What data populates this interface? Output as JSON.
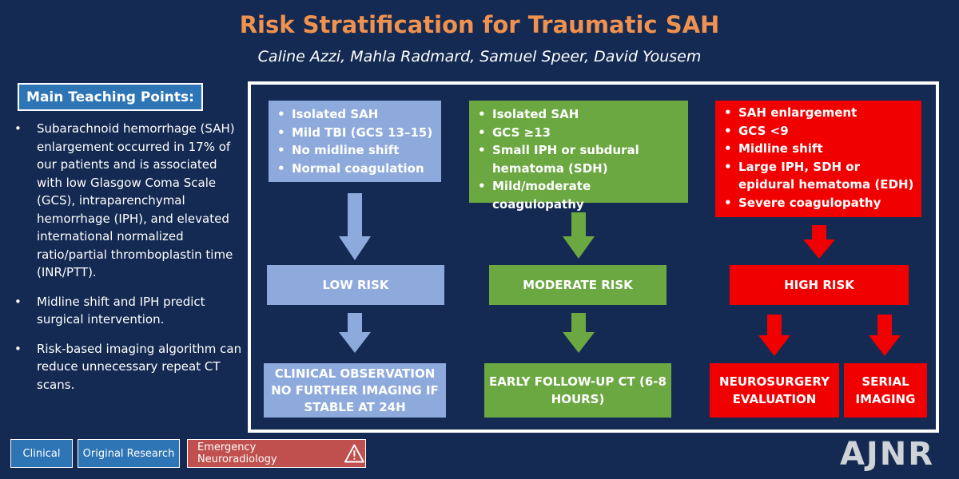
{
  "header": {
    "title": "Risk Stratification for Traumatic SAH",
    "authors": "Caline Azzi, Mahla Radmard, Samuel Speer, David Yousem"
  },
  "teaching": {
    "heading": "Main Teaching Points:",
    "points": [
      "Subarachnoid hemorrhage (SAH) enlargement occurred in 17% of our patients and is associated with low Glasgow Coma Scale (GCS), intraparenchymal hemorrhage (IPH), and elevated international normalized ratio/partial thromboplastin time (INR/PTT).",
      "Midline shift and IPH predict surgical intervention.",
      "Risk-based imaging algorithm can reduce unnecessary repeat CT scans."
    ]
  },
  "flow": {
    "low": {
      "criteria": [
        "Isolated SAH",
        "Mild TBI (GCS 13–15)",
        "No midline shift",
        "Normal coagulation"
      ],
      "risk": "LOW RISK",
      "action": "CLINICAL OBSERVATION NO FURTHER IMAGING IF STABLE AT 24H"
    },
    "moderate": {
      "criteria": [
        "Isolated SAH",
        "GCS ≥13",
        "Small IPH or subdural hematoma (SDH)",
        "Mild/moderate coagulopathy"
      ],
      "risk": "MODERATE RISK",
      "action": "EARLY FOLLOW-UP CT (6-8 HOURS)"
    },
    "high": {
      "criteria": [
        "SAH enlargement",
        "GCS <9",
        "Midline shift",
        "Large IPH, SDH or epidural hematoma (EDH)",
        "Severe coagulopathy"
      ],
      "risk": "HIGH RISK",
      "action_1": "NEUROSURGERY EVALUATION",
      "action_2": "SERIAL IMAGING"
    }
  },
  "tags": {
    "clinical": "Clinical",
    "research": "Original Research",
    "emergency": "Emergency Neuroradiology"
  },
  "logo": "AJNR",
  "colors": {
    "background": "#142a52",
    "title": "#f0924f",
    "low": "#8eaadc",
    "moderate": "#6ca842",
    "high": "#f00000",
    "tag_blue": "#2e75b6",
    "tag_red": "#c0504d"
  }
}
